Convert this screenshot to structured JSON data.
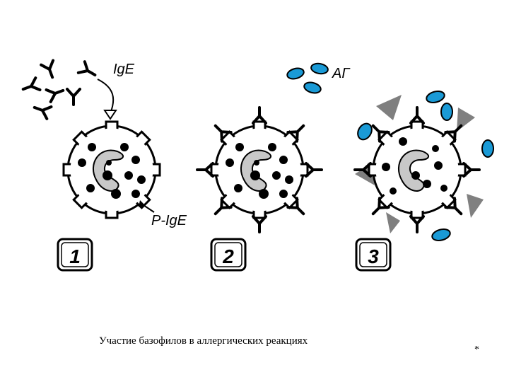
{
  "diagram": {
    "labels": {
      "ige": "IgE",
      "antigen": "АГ",
      "receptor": "P-IgE"
    },
    "steps": [
      "1",
      "2",
      "3"
    ]
  },
  "caption": "Участие базофилов в аллергических реакциях",
  "footnote_mark": "*",
  "colors": {
    "antigen": "#1a9ad6",
    "cytoplasm": "#ffffff",
    "nucleus": "#c8c8c8",
    "granule": "#000000",
    "mediator": "#555555"
  }
}
